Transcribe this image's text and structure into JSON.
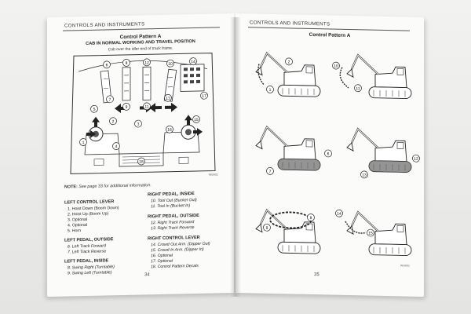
{
  "left_page": {
    "running_head": "CONTROLS AND INSTRUMENTS",
    "title": "Control Pattern A",
    "subtitle": "CAB IN NORMAL WORKING AND TRAVEL POSITION",
    "caption": "Cab over the idler end of track frame.",
    "figure_code": "WGK01",
    "note_label": "NOTE:",
    "note_text": "See page 33 for additional information.",
    "callouts": [
      "6",
      "8",
      "12",
      "10",
      "14",
      "17",
      "5",
      "7",
      "9",
      "11",
      "13",
      "15",
      "2",
      "3",
      "1",
      "4",
      "16",
      "18"
    ],
    "left_column": [
      {
        "heading": "LEFT CONTROL LEVER",
        "items": [
          "1. Hoist Down (Boom Down)",
          "2. Hoist Up (Boom Up)",
          "3. Optional",
          "4. Optional",
          "5. Horn"
        ]
      },
      {
        "heading": "LEFT PEDAL, OUTSIDE",
        "items": [
          "6. Left Track Forward",
          "7. Left Track Reverse"
        ]
      },
      {
        "heading": "LEFT PEDAL, INSIDE",
        "items": [
          "8. Swing Right (Turntable)",
          "9. Swing Left (Turntable)"
        ]
      }
    ],
    "right_column": [
      {
        "heading": "RIGHT PEDAL, INSIDE",
        "items": [
          "10. Tool Out (Bucket Out)",
          "11. Tool In (Bucket In)"
        ]
      },
      {
        "heading": "RIGHT PEDAL, OUTSIDE",
        "items": [
          "12. Right Track Forward",
          "13. Right Track Reverse"
        ]
      },
      {
        "heading": "RIGHT CONTROL LEVER",
        "items": [
          "14. Crowd Out Arm. (Dipper Out)",
          "15. Crowd In Arm. (Dipper In)",
          "16. Optional",
          "17. Optional",
          "18. Control Pattern Decals"
        ]
      }
    ],
    "page_number": "34"
  },
  "right_page": {
    "running_head": "CONTROLS AND INSTRUMENTS",
    "title": "Control Pattern A",
    "figure_code": "WGK01",
    "callouts": [
      "2",
      "1",
      "10",
      "11",
      "7",
      "6",
      "13",
      "12",
      "9",
      "8",
      "14",
      "15"
    ],
    "page_number": "35"
  },
  "colors": {
    "paper": "#fbfbfa",
    "ink": "#222222",
    "background": "#e9e9e7"
  }
}
